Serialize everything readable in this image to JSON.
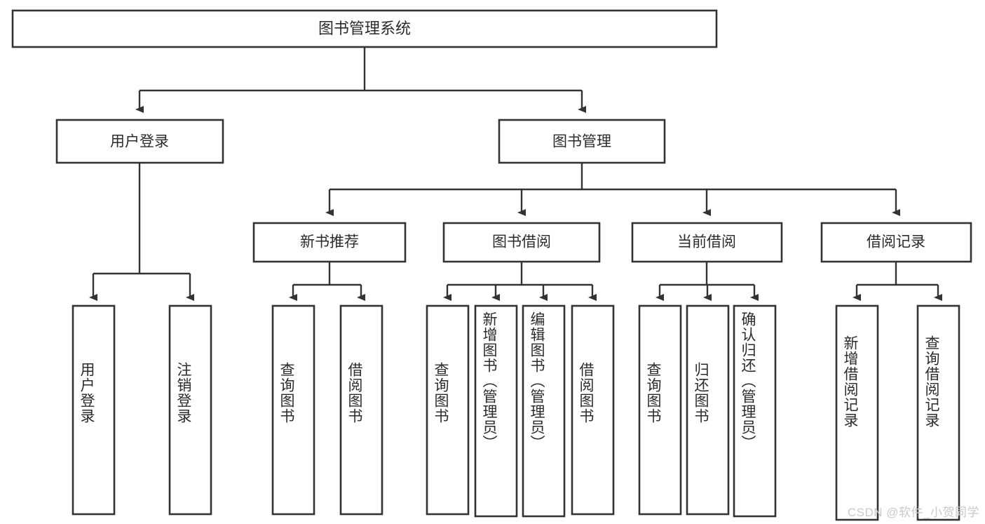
{
  "diagram": {
    "type": "tree-hierarchy-diagram",
    "title": "图书管理系统",
    "orientation": "top-down",
    "levels": 4,
    "root": {
      "id": "root",
      "label": "图书管理系统"
    },
    "level2": [
      {
        "id": "user-login",
        "label": "用户登录"
      },
      {
        "id": "book-manage",
        "label": "图书管理"
      }
    ],
    "level3": [
      {
        "id": "new-book-recommend",
        "label": "新书推荐",
        "parent": "book-manage"
      },
      {
        "id": "book-borrow",
        "label": "图书借阅",
        "parent": "book-manage"
      },
      {
        "id": "current-borrow",
        "label": "当前借阅",
        "parent": "book-manage"
      },
      {
        "id": "borrow-record",
        "label": "借阅记录",
        "parent": "book-manage"
      }
    ],
    "leaves": {
      "user-login": [
        {
          "id": "leaf-user-login",
          "label": "用户登录"
        },
        {
          "id": "leaf-user-logout",
          "label": "注销登录"
        }
      ],
      "new-book-recommend": [
        {
          "id": "leaf-query-book-1",
          "label": "查询图书"
        },
        {
          "id": "leaf-borrow-book-1",
          "label": "借阅图书"
        }
      ],
      "book-borrow": [
        {
          "id": "leaf-query-book-2",
          "label": "查询图书"
        },
        {
          "id": "leaf-add-book",
          "label": "新增图书（管理员）"
        },
        {
          "id": "leaf-edit-book",
          "label": "编辑图书（管理员）"
        },
        {
          "id": "leaf-borrow-book-2",
          "label": "借阅图书"
        }
      ],
      "current-borrow": [
        {
          "id": "leaf-query-book-3",
          "label": "查询图书"
        },
        {
          "id": "leaf-return-book",
          "label": "归还图书"
        },
        {
          "id": "leaf-confirm-return",
          "label": "确认归还（管理员）"
        }
      ],
      "borrow-record": [
        {
          "id": "leaf-add-borrow-record",
          "label": "新增借阅记录"
        },
        {
          "id": "leaf-query-borrow-record",
          "label": "查询借阅记录"
        }
      ]
    },
    "colors": {
      "box_stroke": "#333333",
      "box_fill": "#ffffff",
      "connector": "#333333",
      "text": "#2b2b2b",
      "background": "#ffffff",
      "watermark": "#c9c9c9"
    }
  },
  "watermark": {
    "text": "CSDN @软件_小贺同学"
  }
}
